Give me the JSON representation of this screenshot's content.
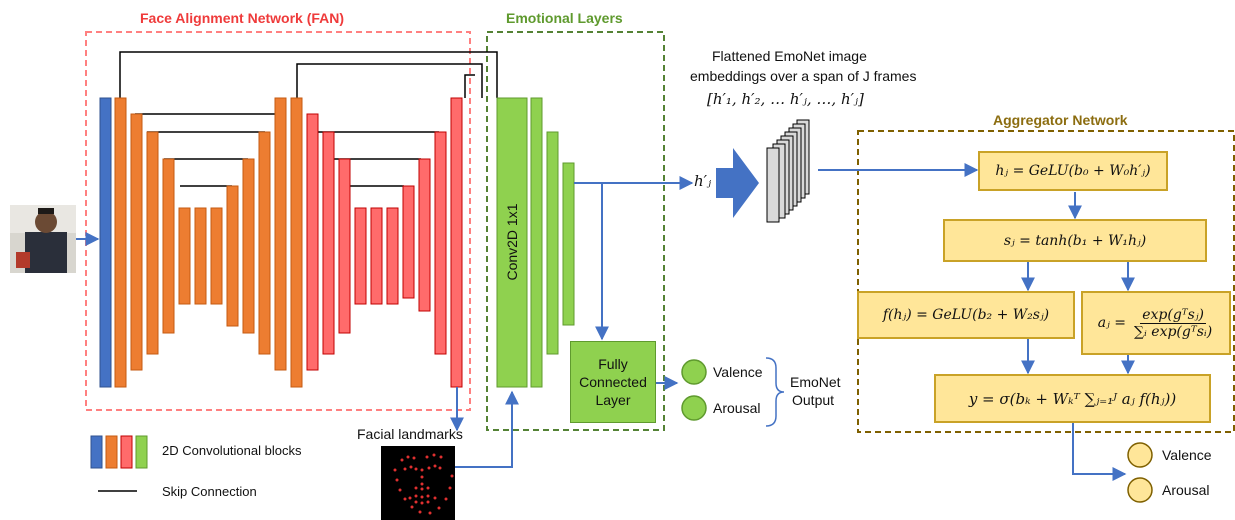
{
  "titles": {
    "fan": "Face Alignment Network (FAN)",
    "emotional": "Emotional Layers",
    "aggregator": "Aggregator Network"
  },
  "labels": {
    "conv": "Conv2D 1x1",
    "fc_line1": "Fully",
    "fc_line2": "Connected",
    "fc_line3": "Layer",
    "valence": "Valence",
    "arousal": "Arousal",
    "emonet_output_1": "EmoNet",
    "emonet_output_2": "Output",
    "facial_landmarks": "Facial landmarks",
    "flattened_1": "Flattened EmoNet image",
    "flattened_2": "embeddings over a span of J frames",
    "embedding_seq": "[h′₁, h′₂, … h′ⱼ, …, h′ⱼ]",
    "h_prime_j": "h′ⱼ",
    "legend_blocks": "2D Convolutional blocks",
    "legend_skip": "Skip Connection",
    "agg_valence": "Valence",
    "agg_arousal": "Arousal"
  },
  "equations": {
    "hj": "hⱼ = GeLU(b₀ + W₀h′ⱼ)",
    "sj": "sⱼ = tanh(b₁ + W₁hⱼ)",
    "fhj": "f(hⱼ) = GeLU(b₂ + W₂sⱼ)",
    "aj_num": "exp(gᵀsⱼ)",
    "aj_den": "∑ᵢ exp(gᵀsᵢ)",
    "aj_lhs": "aⱼ =",
    "y": "y = σ(bₖ + Wₖᵀ ∑ⱼ₌₁ᴶ aⱼ f(hⱼ))"
  },
  "colors": {
    "blue": "#4472c4",
    "orange": "#ed7d31",
    "red": "#ff6b6b",
    "green": "#8fd14f",
    "fan_border": "#ff8080",
    "emo_border": "#548235",
    "agg_border": "#7f6000",
    "box_fill": "#ffe699",
    "arrow": "#4472c4"
  }
}
